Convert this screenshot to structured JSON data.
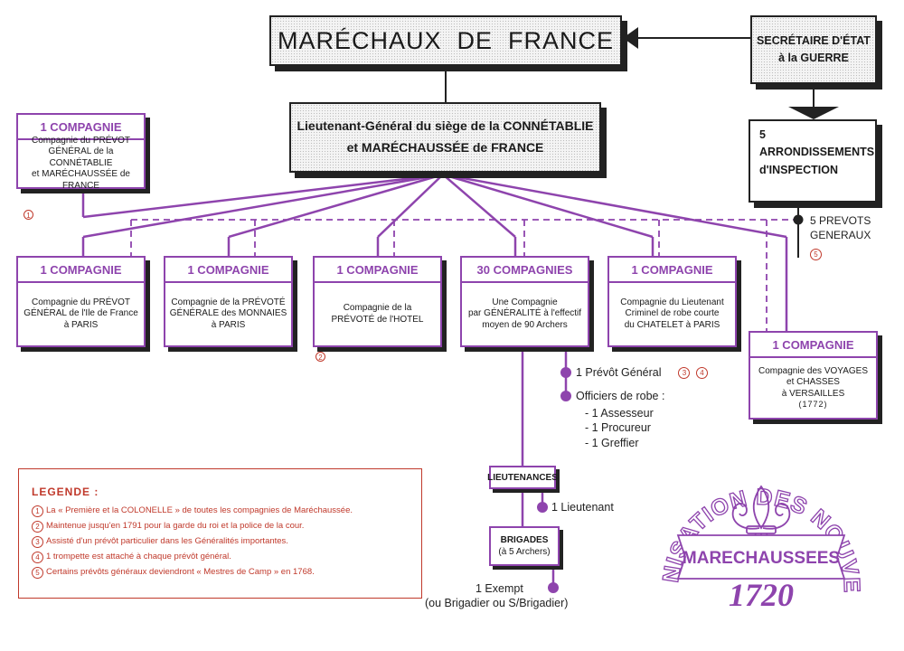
{
  "marechaux": "MARÉCHAUX  DE  FRANCE",
  "secretaire": {
    "line1": "SECRÉTAIRE D'ÉTAT",
    "line2": "à la GUERRE"
  },
  "lieutenant_general": {
    "line1": "Lieutenant-Général du siège de la CONNÉTABLIE",
    "line2": "et MARÉCHAUSSÉE de FRANCE"
  },
  "arrondissements": {
    "num": "5",
    "line1": "ARRONDISSEMENTS",
    "line2": "d'INSPECTION"
  },
  "prevots_generaux": {
    "line1": "5 PREVOTS",
    "line2": "GENERAUX",
    "note": "5"
  },
  "companies": [
    {
      "head": "1 COMPAGNIE",
      "l1": "Compagnie du PRÉVOT",
      "l2": "GÉNÉRAL de la CONNÉTABLIE",
      "l3": "et MARÉCHAUSSÉE de FRANCE",
      "note": "1"
    },
    {
      "head": "1 COMPAGNIE",
      "l1": "Compagnie du PRÉVOT",
      "l2": "GÉNÉRAL de l'Ile de France",
      "l3": "à PARIS"
    },
    {
      "head": "1 COMPAGNIE",
      "l1": "Compagnie de la PRÉVOTÉ",
      "l2": "GÉNÉRALE des MONNAIES",
      "l3": "à PARIS"
    },
    {
      "head": "1 COMPAGNIE",
      "l1": "Compagnie de la",
      "l2": "PRÉVOTÉ de l'HOTEL",
      "note": "2"
    },
    {
      "head": "30 COMPAGNIES",
      "l1": "Une Compagnie",
      "l2": "par GÉNÉRALITÉ à l'effectif",
      "l3": "moyen de 90 Archers"
    },
    {
      "head": "1 COMPAGNIE",
      "l1": "Compagnie du Lieutenant",
      "l2": "Criminel de robe courte",
      "l3": "du CHATELET à PARIS"
    },
    {
      "head": "1 COMPAGNIE",
      "l1": "Compagnie des VOYAGES",
      "l2": "et CHASSES",
      "l3": "à VERSAILLES",
      "l4": "(1772)"
    }
  ],
  "generalite_detail": {
    "prevot": "1 Prévôt Général",
    "notes": [
      "3",
      "4"
    ],
    "officiers": "Officiers de robe :",
    "items": [
      "- 1  Assesseur",
      "- 1  Procureur",
      "- 1  Greffier"
    ]
  },
  "lieutenances": {
    "label": "LIEUTENANCES",
    "member": "1 Lieutenant"
  },
  "brigades": {
    "label": "BRIGADES",
    "sub": "(à 5 Archers)",
    "member": "1 Exempt",
    "member2": "(ou Brigadier ou S/Brigadier)"
  },
  "legend": {
    "title": "LEGENDE :",
    "items": [
      {
        "n": "1",
        "t": "La « Première et la COLONELLE » de toutes les compagnies de Maréchaussée."
      },
      {
        "n": "2",
        "t": "Maintenue jusqu'en 1791 pour la garde du roi et la police de la cour."
      },
      {
        "n": "3",
        "t": "Assisté d'un prévôt particulier dans les Généralités importantes."
      },
      {
        "n": "4",
        "t": "1 trompette est attaché à chaque prévôt général."
      },
      {
        "n": "5",
        "t": "Certains prévôts généraux deviendront « Mestres de Camp » en 1768."
      }
    ]
  },
  "emblem": {
    "arc": "ORGANISATION DES NOUVELLES",
    "banner": "MARECHAUSSEES",
    "year": "1720"
  },
  "colors": {
    "purple": "#8e44ad",
    "red": "#c0392b",
    "dark": "#222222"
  }
}
